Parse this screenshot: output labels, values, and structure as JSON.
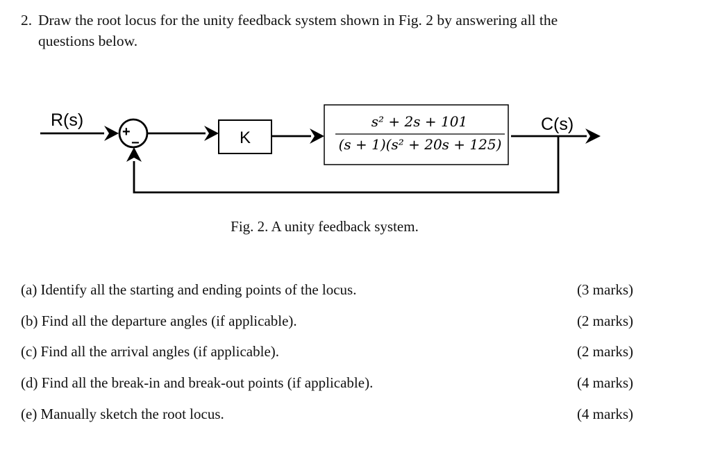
{
  "question": {
    "number": "2.",
    "text_line1": "Draw the root locus for the unity feedback system shown in Fig. 2 by answering all the",
    "text_line2": "questions below."
  },
  "diagram": {
    "input_label": "R(s)",
    "output_label": "C(s)",
    "sum_plus": "+",
    "sum_minus": "−",
    "gain_label": "K",
    "tf_numerator": "s² + 2s + 101",
    "tf_denominator": "(s + 1)(s² + 20s + 125)"
  },
  "figure_caption": "Fig. 2. A unity feedback system.",
  "parts": [
    {
      "label": "(a) Identify all the starting and ending points of the locus.",
      "marks": "(3 marks)"
    },
    {
      "label": "(b) Find all the departure angles (if applicable).",
      "marks": "(2 marks)"
    },
    {
      "label": "(c) Find all the arrival angles (if applicable).",
      "marks": "(2 marks)"
    },
    {
      "label": "(d) Find all the break-in and break-out points (if applicable).",
      "marks": "(4 marks)"
    },
    {
      "label": "(e) Manually sketch the root locus.",
      "marks": "(4 marks)"
    }
  ]
}
